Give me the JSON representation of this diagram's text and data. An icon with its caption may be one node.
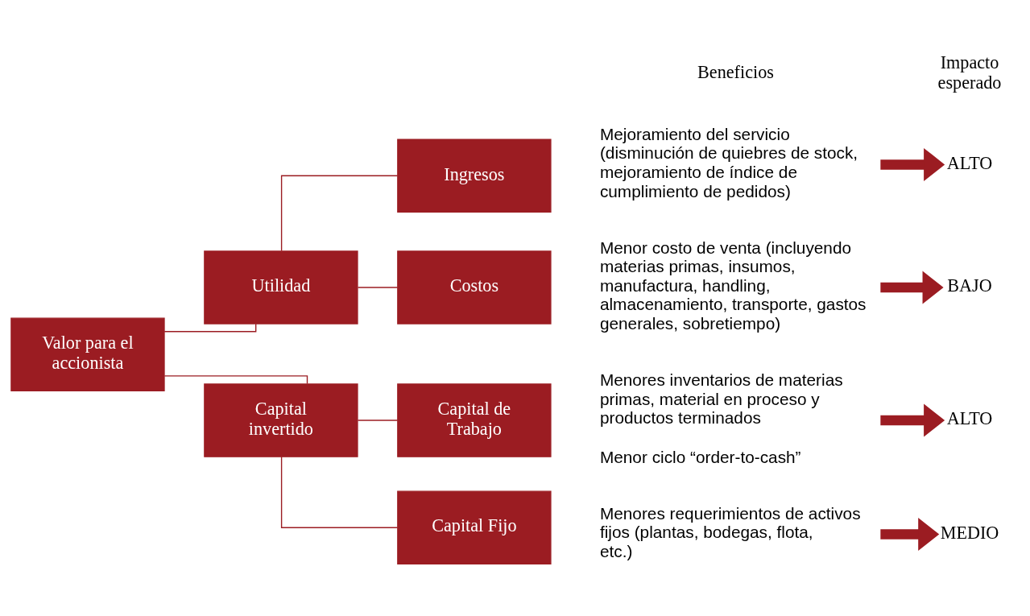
{
  "diagram": {
    "nodes": [
      {
        "text": [
          "Valor para el accionista"
        ]
      },
      {
        "text": [
          "Utilidad"
        ]
      },
      {
        "text": [
          "Capital invertido"
        ]
      },
      {
        "text": [
          "Ingresos"
        ]
      },
      {
        "text": [
          "Costos"
        ]
      },
      {
        "text": [
          "Capital de Trabajo"
        ]
      },
      {
        "text": [
          "Capital Fijo"
        ]
      },
      {
        "text": [
          "Mejoramiento del servicio (disminución de quiebres de stock, mejoramiento de índice de  cumplimiento de pedidos)"
        ]
      },
      {
        "text": [
          "ALTO"
        ]
      },
      {
        "text": [
          "Menor costo de venta (incluyendo materias primas, insumos, manufactura, handling, almacenamiento, transporte, gastos generales, sobretiempo)"
        ]
      },
      {
        "text": [
          "BAJO"
        ]
      },
      {
        "text": [
          "Menores inventarios de materias primas, material en proceso y productos terminados",
          "Menor ciclo “order-to-cash”"
        ]
      },
      {
        "text": [
          "ALTO"
        ]
      },
      {
        "text": [
          "Menores requerimientos de activos fijos (plantas, bodegas, flota, etc.)"
        ]
      },
      {
        "text": [
          "MEDIO"
        ]
      }
    ],
    "edges": [
      {
        "from": 0,
        "to": 1,
        "arrow": "none"
      },
      {
        "from": 0,
        "to": 2,
        "arrow": "none"
      },
      {
        "from": 1,
        "to": 3,
        "arrow": "none"
      },
      {
        "from": 1,
        "to": 4,
        "arrow": "none"
      },
      {
        "from": 2,
        "to": 5,
        "arrow": "none"
      },
      {
        "from": 2,
        "to": 6,
        "arrow": "none"
      },
      {
        "from": 7,
        "to": 8,
        "arrow": "to",
        "style": "thick"
      },
      {
        "from": 9,
        "to": 10,
        "arrow": "to",
        "style": "thick"
      },
      {
        "from": 11,
        "to": 12,
        "arrow": "to",
        "style": "thick"
      },
      {
        "from": 13,
        "to": 14,
        "arrow": "to",
        "style": "thick"
      }
    ],
    "labels": [
      "Beneficios",
      "Impacto esperado"
    ]
  }
}
